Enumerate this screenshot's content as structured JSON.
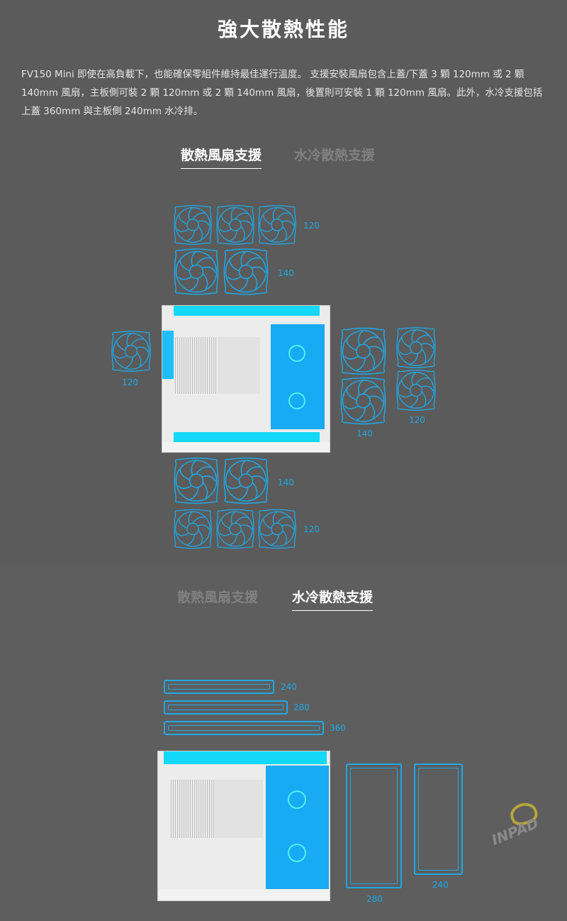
{
  "title": "強大散熱性能",
  "description": "FV150 Mini 即使在高負載下，也能確保零組件維持最佳運行溫度。 支援安裝風扇包含上蓋/下蓋 3 顆 120mm 或 2 顆 140mm 風扇，主板側可裝 2 顆 120mm 或 2 顆 140mm 風扇，後置則可安裝 1 顆 120mm 風扇。此外，水冷支援包括上蓋 360mm 與主板側 240mm 水冷排。",
  "tabs": {
    "fan": "散熱風扇支援",
    "liquid": "水冷散熱支援"
  },
  "fan_section": {
    "top_120": "120",
    "top_140": "140",
    "rear_120": "120",
    "side_140": "140",
    "side_120": "120",
    "bottom_140": "140",
    "bottom_120": "120"
  },
  "liquid_section": {
    "top_240": "240",
    "top_280": "280",
    "top_360": "360",
    "side_280": "280",
    "side_240": "240"
  },
  "colors": {
    "accent": "#1ea8e6",
    "background": "#5b5b5b"
  },
  "logo": "INPAD"
}
